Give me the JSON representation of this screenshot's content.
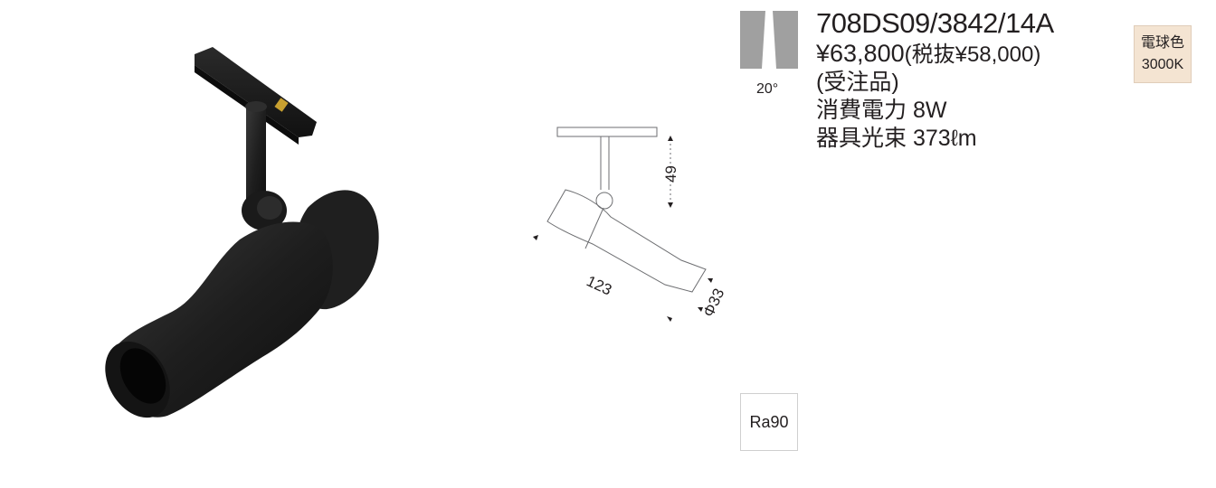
{
  "product": {
    "model": "708DS09/3842/14A",
    "price": "¥63,800",
    "price_tax_excluded": "(税抜¥58,000)",
    "order_note": "(受注品)",
    "power": "消費電力 8W",
    "luminous_flux": "器具光束 373ℓm"
  },
  "beam": {
    "angle": "20°",
    "icon": "beam-angle-icon"
  },
  "color_temperature": {
    "label": "電球色",
    "value": "3000K",
    "color": "#f4e4d2"
  },
  "cri": {
    "label": "Ra90"
  },
  "dimensions": {
    "height": "49",
    "length": "123",
    "diameter": "Φ33"
  },
  "colors": {
    "fixture_body": "#1b1b1b",
    "beam_icon_fill": "#a0a0a0"
  }
}
